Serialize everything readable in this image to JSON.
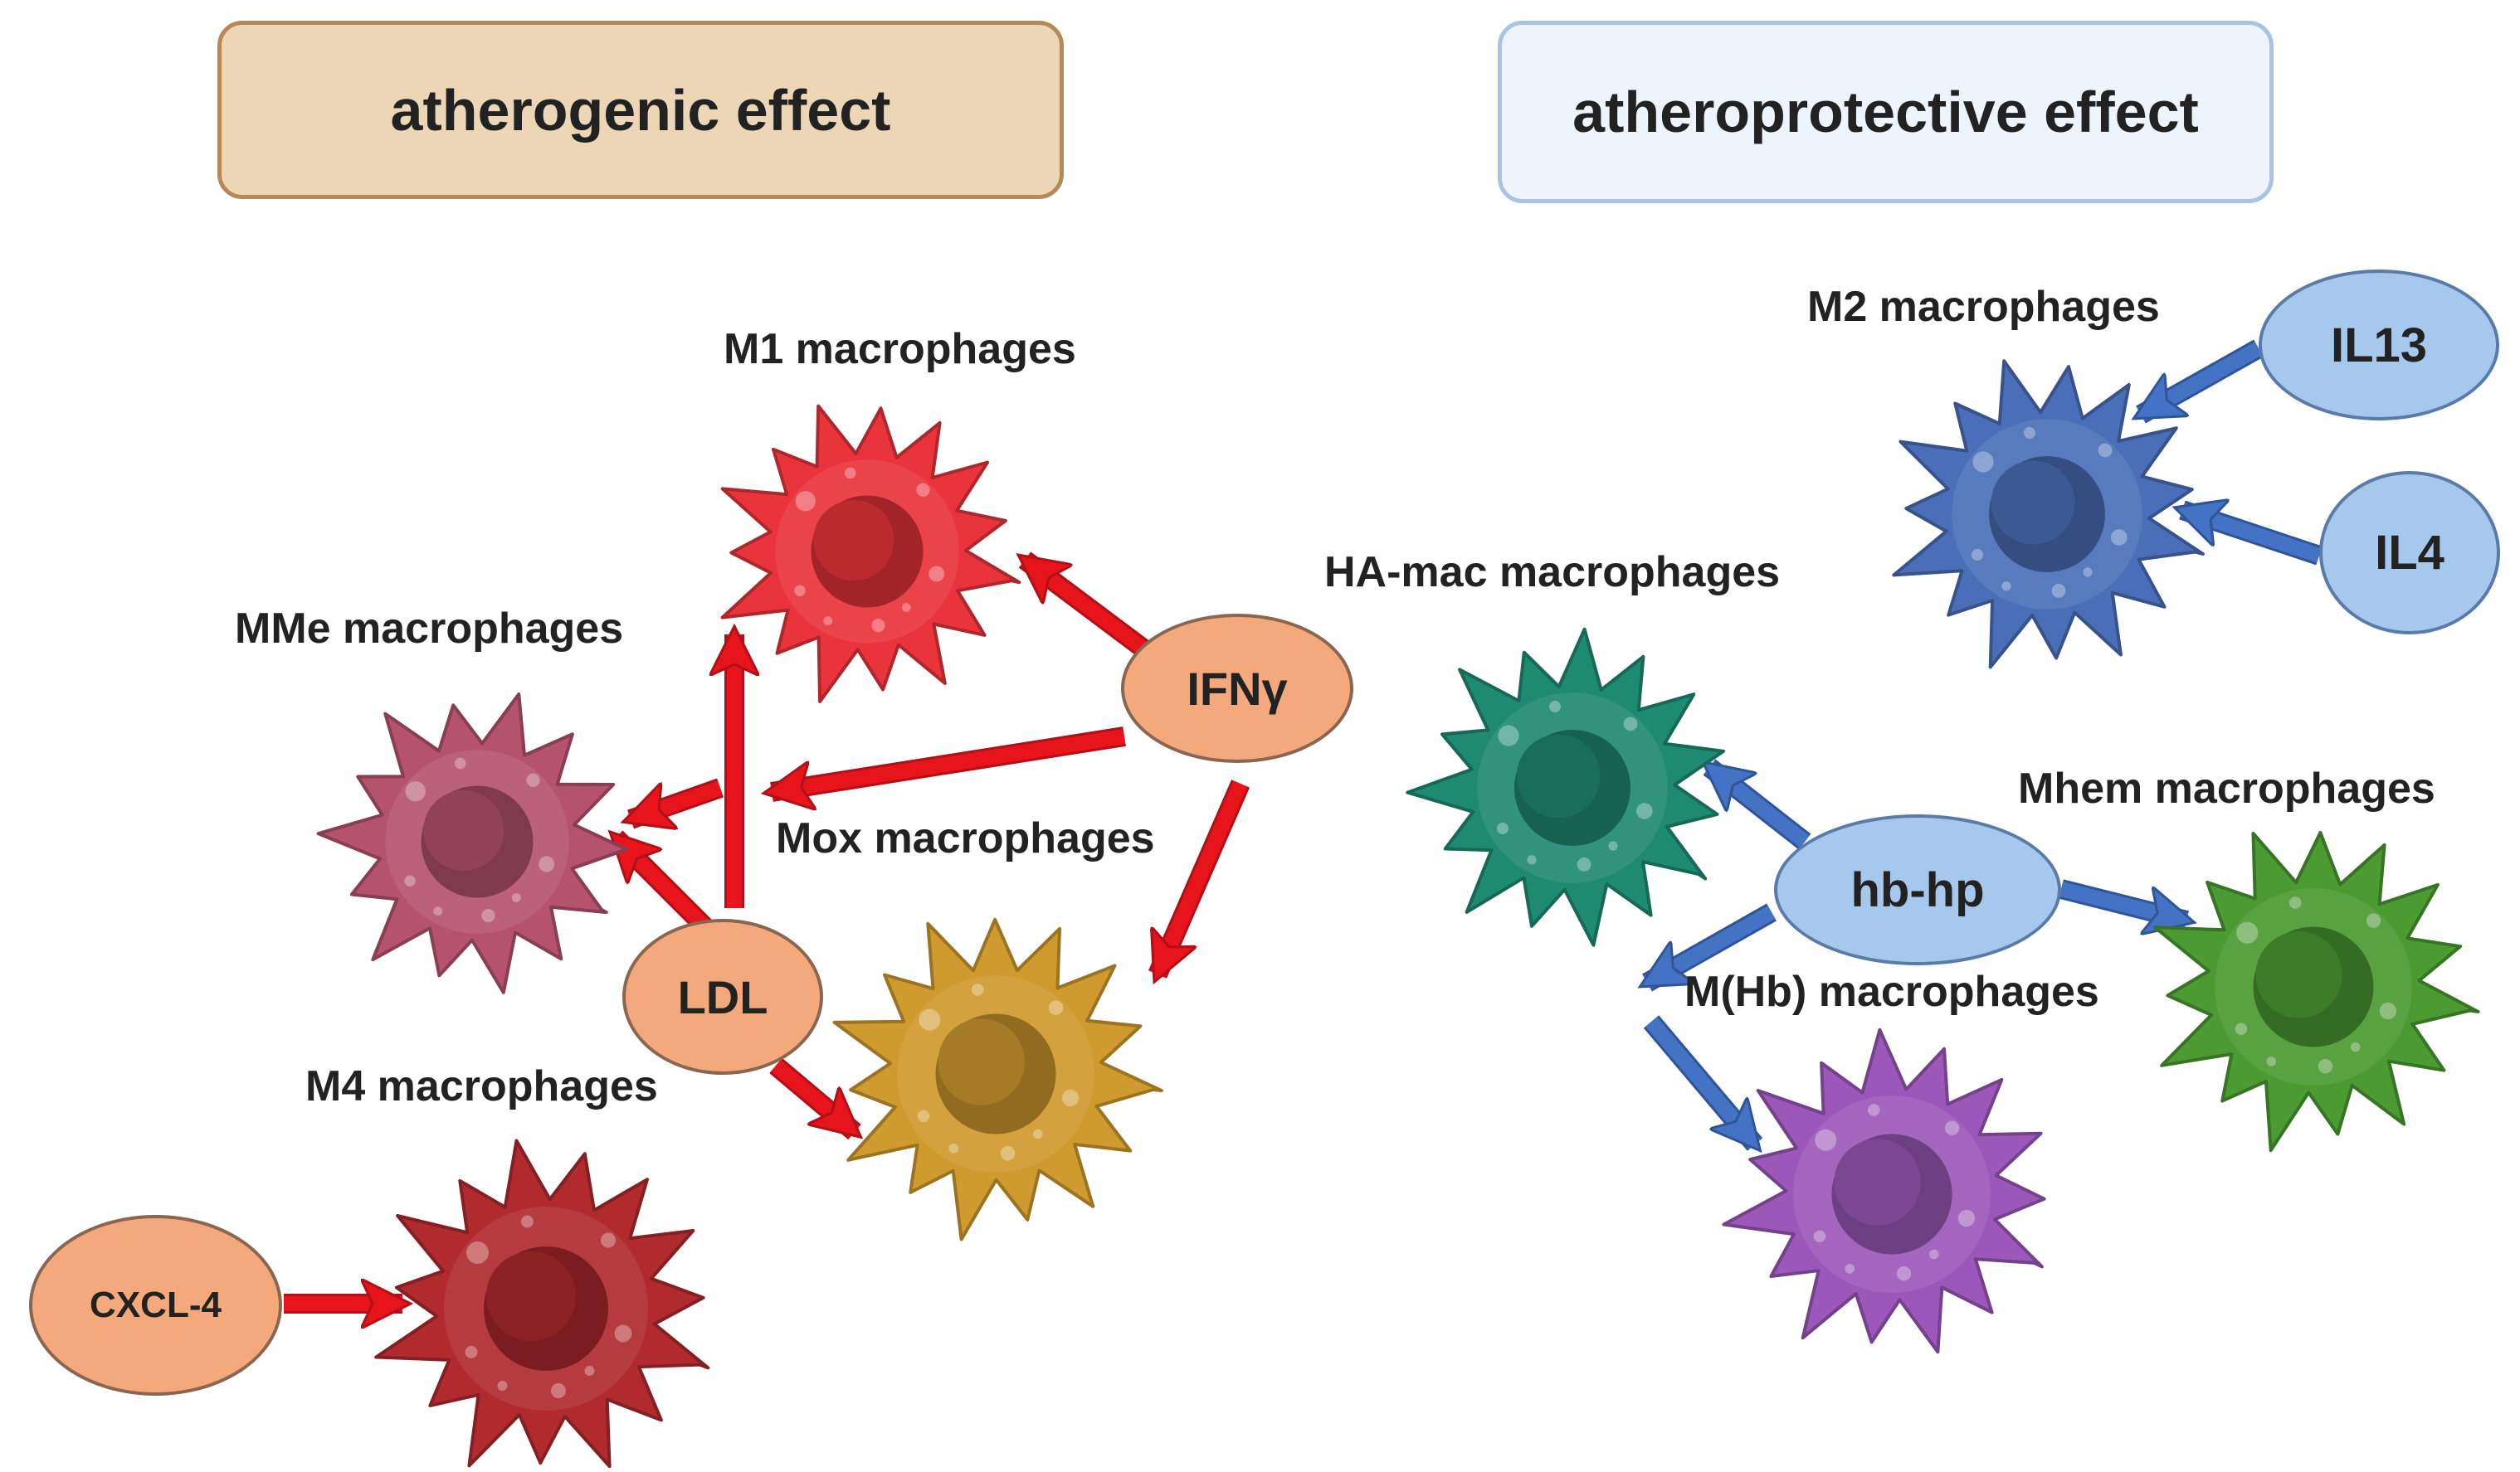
{
  "headers": {
    "left": "atherogenic effect",
    "right": "atheroprotective effect"
  },
  "cells": {
    "m1": "M1 macrophages",
    "mme": "MMe macrophages",
    "mox": "Mox macrophages",
    "m4": "M4 macrophages",
    "m2": "M2 macrophages",
    "hamac": "HA-mac macrophages",
    "mhem": "Mhem macrophages",
    "mhb": "M(Hb) macrophages"
  },
  "nodes": {
    "ifng": "IFNγ",
    "ldl": "LDL",
    "cxcl4": "CXCL-4",
    "il13": "IL13",
    "il4": "IL4",
    "hbhp": "hb-hp"
  },
  "colors": {
    "atherogenic_arrow": "#e8141b",
    "atheroprotective_arrow": "#4472c4",
    "atherogenic_node": "#f4a97c",
    "atheroprotective_node": "#a6c8ec",
    "header_left_fill": "#ecd6b6",
    "header_right_fill": "#eef4fb",
    "m1_cell": "#e8343a",
    "mme_cell": "#b5536f",
    "mox_cell": "#cf9a2e",
    "m4_cell": "#b02a2e",
    "m2_cell": "#4a6fb8",
    "hamac_cell": "#1f8a72",
    "mhem_cell": "#4b9a32",
    "mhb_cell": "#9b58b8"
  }
}
